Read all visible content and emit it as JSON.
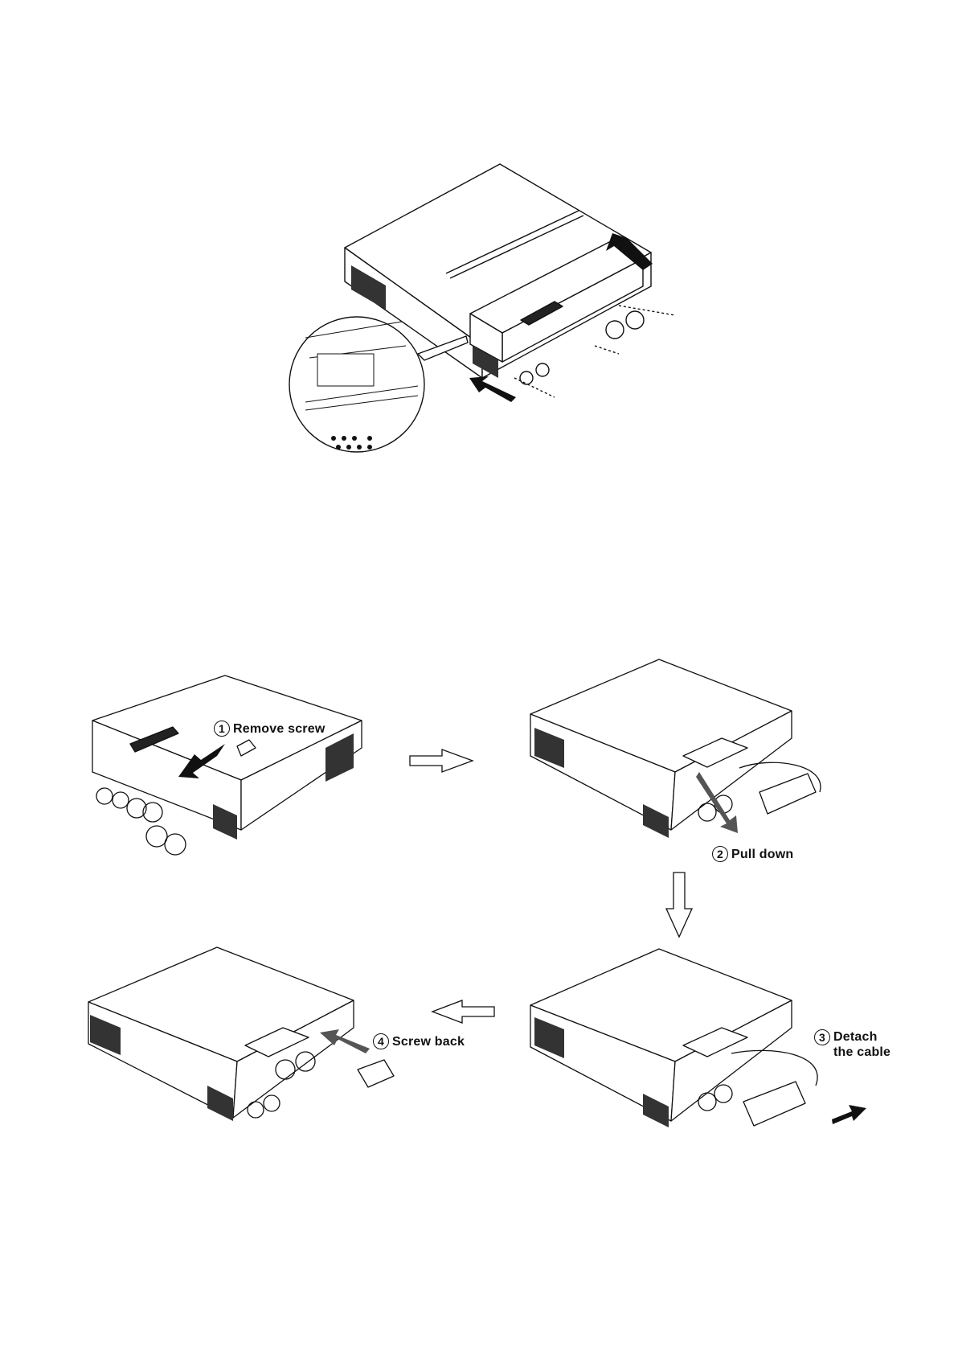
{
  "steps": [
    {
      "num": "1",
      "text": "Remove screw"
    },
    {
      "num": "2",
      "text": "Pull down"
    },
    {
      "num": "3",
      "text": "Detach",
      "text2": "the cable"
    },
    {
      "num": "4",
      "text": "Screw back"
    }
  ],
  "icons": [
    "inverter-unit",
    "magnified-detail",
    "push-arrow",
    "flow-arrow",
    "screw",
    "cable-plug"
  ],
  "colors": {
    "line": "#111111",
    "vent": "#333333",
    "arrow_fill": "#222222"
  }
}
